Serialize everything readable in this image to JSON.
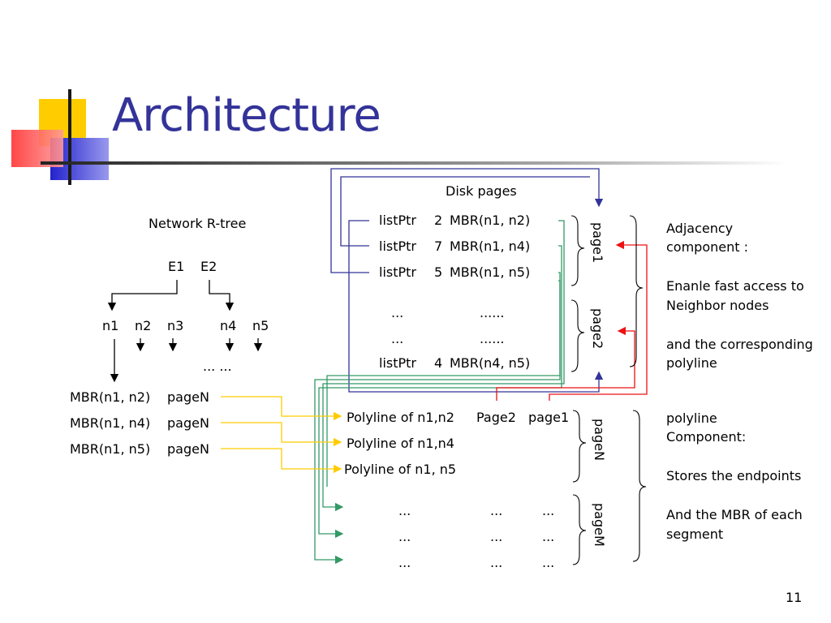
{
  "title": "Architecture",
  "slide_number": "11",
  "rtree": {
    "heading": "Network R-tree",
    "root_entries": [
      "E1",
      "E2"
    ],
    "nodes": [
      "n1",
      "n2",
      "n3",
      "n4",
      "n5"
    ],
    "ellipsis": "... ...",
    "entries": [
      {
        "mbr": "MBR(n1, n2)",
        "page": "pageN"
      },
      {
        "mbr": "MBR(n1, n4)",
        "page": "pageN"
      },
      {
        "mbr": "MBR(n1, n5)",
        "page": "pageN"
      }
    ]
  },
  "disk": {
    "heading": "Disk pages",
    "adjacency_rows": [
      {
        "ptr": "listPtr",
        "count": "2",
        "mbr": "MBR(n1, n2)"
      },
      {
        "ptr": "listPtr",
        "count": "7",
        "mbr": "MBR(n1, n4)"
      },
      {
        "ptr": "listPtr",
        "count": "5",
        "mbr": "MBR(n1, n5)"
      },
      {
        "ptr": "...",
        "count": "",
        "mbr": "......"
      },
      {
        "ptr": "...",
        "count": "",
        "mbr": "......"
      },
      {
        "ptr": "listPtr",
        "count": "4",
        "mbr": "MBR(n4, n5)"
      }
    ],
    "page_labels": [
      "page1",
      "page2",
      "pageN",
      "pageM"
    ],
    "polyline_rows": [
      {
        "name": "Polyline of n1,n2",
        "p1": "Page2",
        "p2": "page1"
      },
      {
        "name": "Polyline of n1,n4",
        "p1": "",
        "p2": ""
      },
      {
        "name": "Polyline of n1, n5",
        "p1": "",
        "p2": ""
      }
    ],
    "ellipsis_rows": [
      [
        "...",
        "...",
        "..."
      ],
      [
        "...",
        "...",
        "..."
      ],
      [
        "...",
        "...",
        "..."
      ]
    ]
  },
  "descriptions": {
    "adjacency_title": [
      "Adjacency",
      "component :"
    ],
    "adjacency_lines": [
      "Enanle fast access to",
      "Neighbor nodes",
      "and the corresponding",
      "polyline"
    ],
    "polyline_title": [
      "polyline",
      "Component:"
    ],
    "polyline_lines": [
      "Stores the endpoints",
      "And the MBR of each",
      "segment"
    ]
  },
  "colors": {
    "title": "#333399",
    "yellow_block": "#ffcc00",
    "red_block": "#ff3333",
    "blue_block": "#3333cc",
    "blue_arrow": "#333399",
    "green_arrow": "#339966",
    "yellow_arrow": "#ffcc00",
    "red_arrow": "#ee1111"
  }
}
